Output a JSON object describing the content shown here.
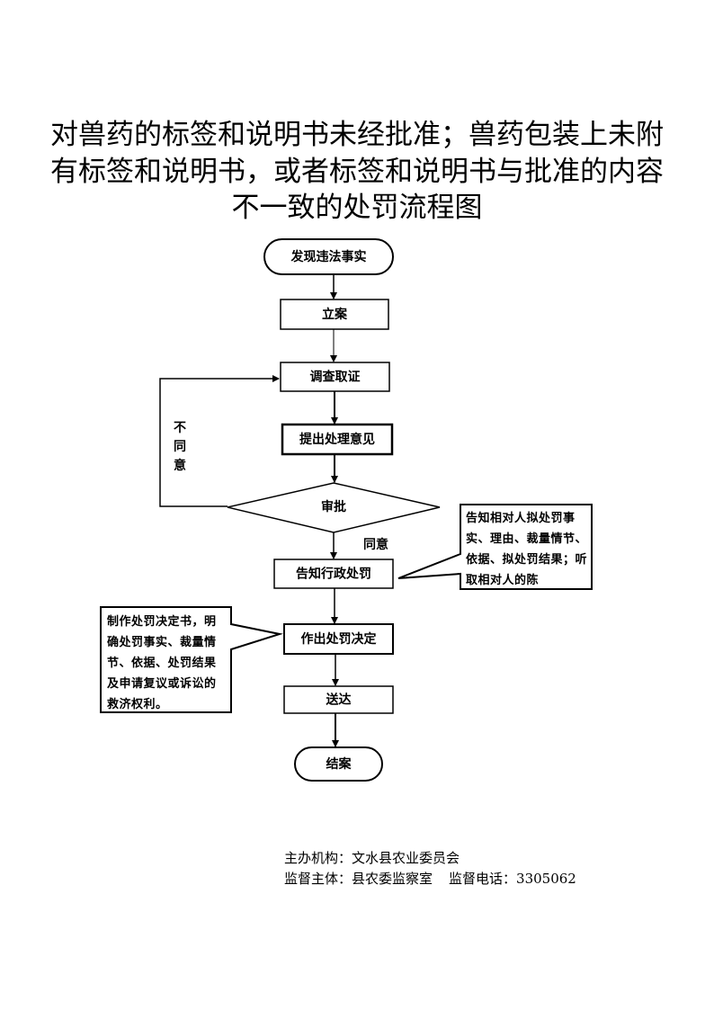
{
  "title": {
    "lines": [
      "对兽药的标签和说明书未经批准；兽药包装上未附",
      "有标签和说明书，或者标签和说明书与批准的内容",
      "不一致的处罚流程图"
    ]
  },
  "flowchart": {
    "nodes": {
      "start": "发现违法事实",
      "file_case": "立案",
      "investigate": "调查取证",
      "propose": "提出处理意见",
      "approve": "审批",
      "notify": "告知行政处罚",
      "decide": "作出处罚决定",
      "deliver": "送达",
      "end": "结案"
    },
    "edge_labels": {
      "disagree": "不同意",
      "agree": "同意"
    },
    "callouts": {
      "notify_note": "告知相对人拟处罚事实、理由、裁量情节、依据、拟处罚结果；听取相对人的陈",
      "decide_note": "制作处罚决定书，明确处罚事实、裁量情节、依据、处罚结果及申请复议或诉讼的救济权利。"
    }
  },
  "footer": {
    "organizer_label": "主办机构：",
    "organizer": "文水县农业委员会",
    "supervisor_label": "监督主体：",
    "supervisor": "县农委监察室",
    "phone_label": "监督电话：",
    "phone": "3305062"
  }
}
